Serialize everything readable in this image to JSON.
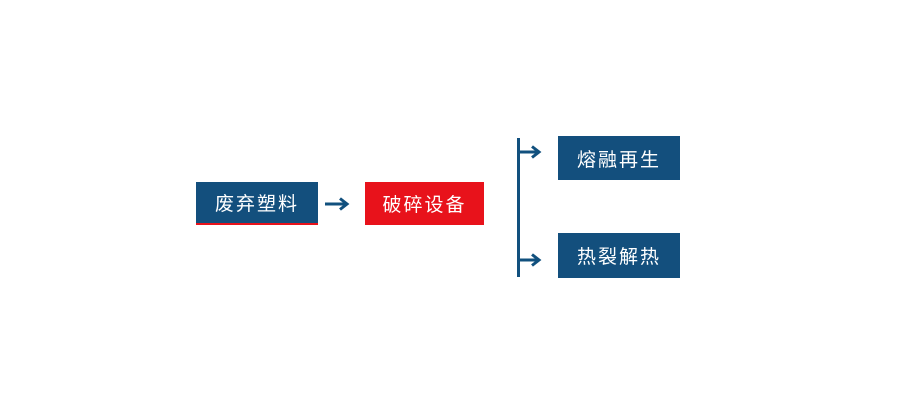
{
  "diagram": {
    "type": "flowchart",
    "background": "#FFFFFF",
    "node_color_blue": "#134F7D",
    "node_color_red": "#E8121B",
    "arrow_color": "#11507E",
    "text_color": "#FFFFFF",
    "nodes": [
      {
        "id": "waste-plastic",
        "label": "废弃塑料",
        "color": "#134F7D",
        "underline_color": "#E8121B"
      },
      {
        "id": "crushing-equipment",
        "label": "破碎设备",
        "color": "#E8121B"
      },
      {
        "id": "melt-regeneration",
        "label": "熔融再生",
        "color": "#134F7D"
      },
      {
        "id": "thermal-pyrolysis",
        "label": "热裂解热",
        "color": "#134F7D"
      }
    ],
    "edges": [
      {
        "from": "waste-plastic",
        "to": "crushing-equipment"
      },
      {
        "from": "crushing-equipment",
        "to": "melt-regeneration"
      },
      {
        "from": "crushing-equipment",
        "to": "thermal-pyrolysis"
      }
    ]
  }
}
